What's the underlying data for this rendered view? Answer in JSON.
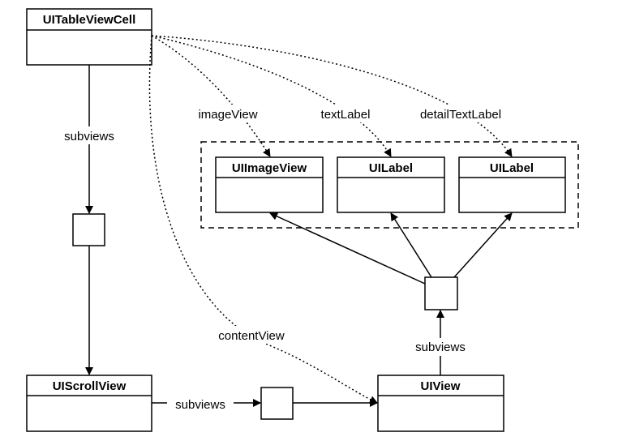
{
  "classes": {
    "tableviewcell": "UITableViewCell",
    "scrollview": "UIScrollView",
    "uiview": "UIView",
    "imageview": "UIImageView",
    "label1": "UILabel",
    "label2": "UILabel"
  },
  "edge_labels": {
    "cell_subviews": "subviews",
    "scroll_subviews": "subviews",
    "view_subviews": "subviews",
    "imageView": "imageView",
    "textLabel": "textLabel",
    "detailTextLabel": "detailTextLabel",
    "contentView": "contentView"
  }
}
